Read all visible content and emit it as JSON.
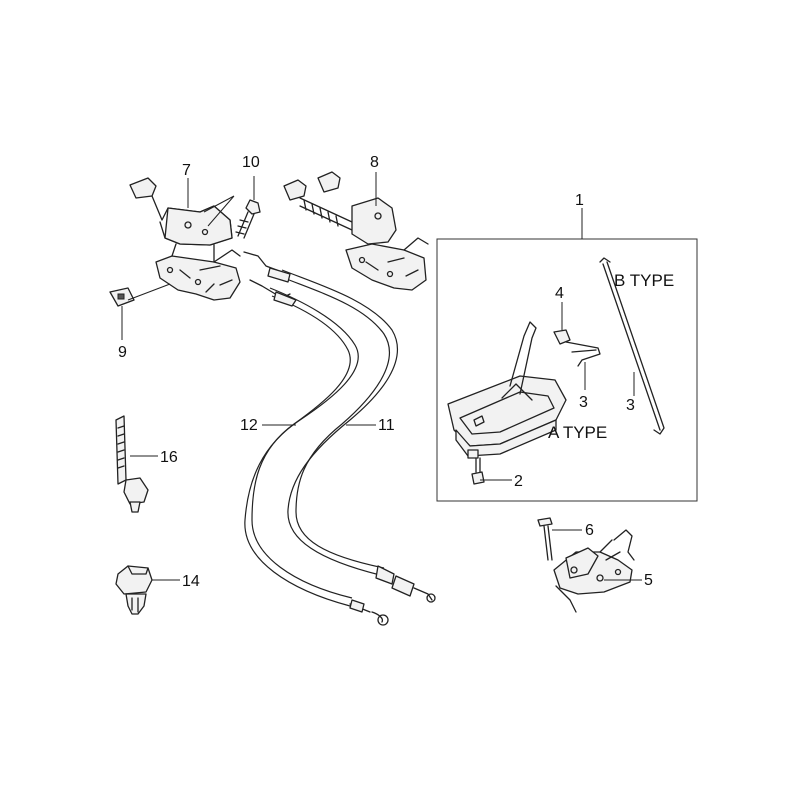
{
  "callouts": {
    "c1": "1",
    "c2": "2",
    "c3a": "3",
    "c3b": "3",
    "c4": "4",
    "c5": "5",
    "c6": "6",
    "c7": "7",
    "c8": "8",
    "c9": "9",
    "c10": "10",
    "c11": "11",
    "c12": "12",
    "c14": "14",
    "c16": "16"
  },
  "type_labels": {
    "a_type": "A TYPE",
    "b_type": "B TYPE"
  }
}
